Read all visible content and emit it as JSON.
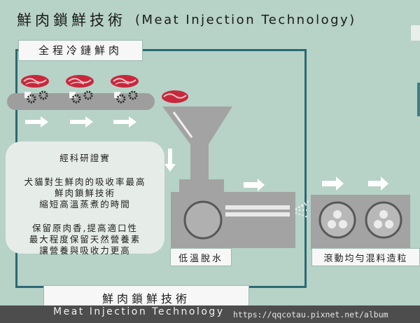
{
  "title": {
    "zh": "鮮肉鎖鮮技術",
    "en": "(Meat Injection Technology)"
  },
  "cold_chain_label": "全程冷鏈鮮肉",
  "info": {
    "heading": "經科研證實",
    "lines": [
      "犬貓對生鮮肉的吸收率最高",
      "鮮肉鎖鮮技術",
      "縮短高溫蒸煮的時間",
      "保留原肉香,提高適口性",
      "最大程度保留天然營養素",
      "讓營養與吸收力更高"
    ]
  },
  "steps": {
    "low_temp": "低溫脫水",
    "tumble": "滾動均勻混料造粒"
  },
  "bottom": {
    "zh": "鮮肉鎖鮮技術",
    "en": "Meat Injection Technology"
  },
  "watermark": "https://qqcotau.pixnet.net/album",
  "icons": [
    "meat-icon",
    "gear-icon",
    "arrow-icon",
    "funnel-icon",
    "chamber-icon",
    "spray-icon",
    "roller-icon"
  ],
  "colors": {
    "background": "#b7d2c7",
    "frame": "#2b6a74",
    "machine": "#a3a3a3",
    "meat": "#c8283c"
  }
}
